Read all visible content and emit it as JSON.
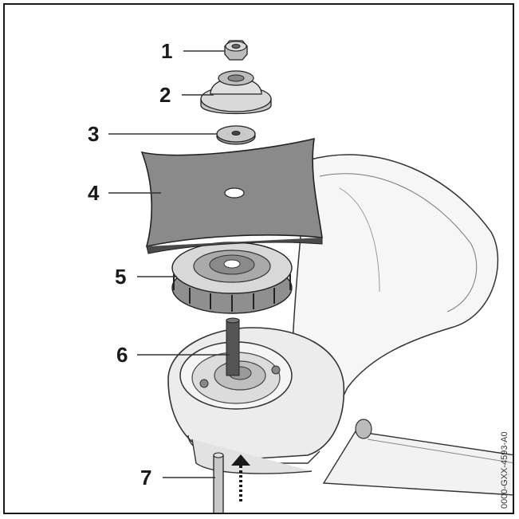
{
  "figure": {
    "callouts": [
      {
        "id": "1",
        "label": "1"
      },
      {
        "id": "2",
        "label": "2"
      },
      {
        "id": "3",
        "label": "3"
      },
      {
        "id": "4",
        "label": "4"
      },
      {
        "id": "5",
        "label": "5"
      },
      {
        "id": "6",
        "label": "6"
      },
      {
        "id": "7",
        "label": "7"
      }
    ],
    "reference_code": "0000-GXX-4593-A0"
  },
  "colors": {
    "frame": "#1a1a1a",
    "blade": "#8a8a8a",
    "part_light": "#d9d9d9",
    "part_mid": "#bdbdbd",
    "part_dark": "#555555",
    "housing": "#ececec"
  }
}
